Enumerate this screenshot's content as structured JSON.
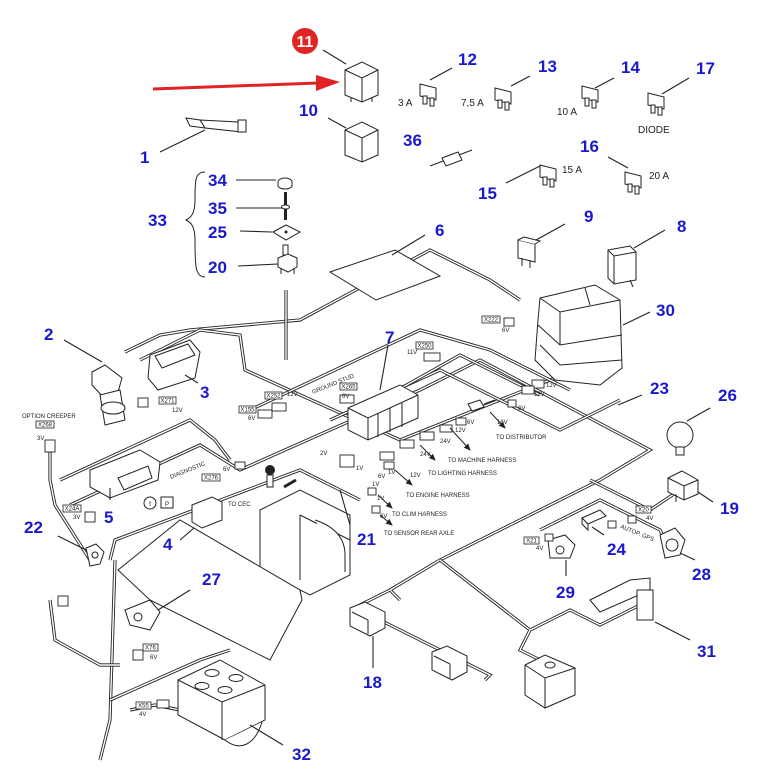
{
  "diagram": {
    "title": "Cab electrical harness exploded parts diagram",
    "highlight": {
      "callout": "11",
      "badge_color": "#e02424",
      "arrow_color": "#e02424"
    },
    "callout_color": "#1a1acc",
    "callouts": {
      "c1": "1",
      "c2": "2",
      "c3": "3",
      "c4": "4",
      "c5": "5",
      "c6": "6",
      "c7": "7",
      "c8": "8",
      "c9": "9",
      "c10": "10",
      "c11": "11",
      "c12": "12",
      "c13": "13",
      "c14": "14",
      "c15": "15",
      "c16": "16",
      "c17": "17",
      "c18": "18",
      "c19": "19",
      "c20": "20",
      "c21": "21",
      "c22": "22",
      "c23": "23",
      "c24": "24",
      "c25": "25",
      "c26": "26",
      "c27": "27",
      "c28": "28",
      "c29": "29",
      "c30": "30",
      "c31": "31",
      "c32": "32",
      "c33": "33",
      "c34": "34",
      "c35": "35",
      "c36": "36"
    },
    "fuse_ratings": {
      "f12": "3 A",
      "f13": "7,5 A",
      "f14": "10 A",
      "f15": "15 A",
      "f16": "20 A",
      "f17": "DIODE"
    },
    "connectors": {
      "x271": "X271",
      "x271_v": "12V",
      "x252": "X252",
      "x252_v": "12V",
      "x155": "X155",
      "x155_v": "6V",
      "x265": "X265",
      "x265_v": "6V",
      "x222": "X222",
      "x222_v": "6V",
      "x250": "X250",
      "x250_v": "11V",
      "x268": "X268",
      "x268_v": "3V",
      "x24a": "X24A",
      "x24a_v": "3V",
      "x276": "X276",
      "x276_v": "6V",
      "x76": "X76",
      "x76_v": "6V",
      "x55": "X55",
      "x55_v": "4V",
      "x21": "X21",
      "x21_v": "4V",
      "x20": "X20",
      "x20_v": "4V",
      "k_v1": "12V",
      "k_v2": "12V",
      "k_v3": "6V",
      "k_v4": "16V",
      "k_v5": "6V",
      "k_v6": "12V",
      "k_v7": "24V",
      "k_v8": "24V",
      "k_v9": "12V",
      "k_v10": "1V",
      "k_v11": "6V",
      "k_v12": "1V",
      "k_v13": "1V",
      "k_v14": "6V",
      "k_v15": "2V",
      "k_v16": "1V"
    },
    "notes": {
      "option_creeper": "OPTION CREEPER",
      "diagnostic": "DIAGNOSTIC",
      "ground_stud": "GROUND STUD",
      "autop_gps": "AUTOP. GPS",
      "to_cec": "TO CEC",
      "to_distributor": "TO DISTRIBUTOR",
      "to_machine_harness": "TO MACHINE HARNESS",
      "to_lighting_harness": "TO LIGHTING HARNESS",
      "to_engine_harness": "TO ENGINE HARNESS",
      "to_clim_harness": "TO CLIM HARNESS",
      "to_sensor_rear_axle": "TO SENSOR REAR AXLE",
      "park_symbol": "P",
      "brake_symbol": "(!)"
    }
  }
}
